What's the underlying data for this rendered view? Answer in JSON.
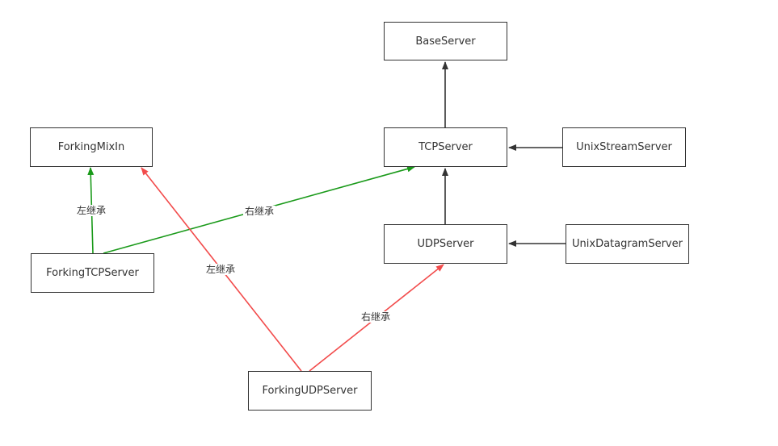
{
  "nodes": {
    "base_server": "BaseServer",
    "tcp_server": "TCPServer",
    "udp_server": "UDPServer",
    "unix_stream_server": "UnixStreamServer",
    "unix_datagram_server": "UnixDatagramServer",
    "forking_mixin": "ForkingMixIn",
    "forking_tcp_server": "ForkingTCPServer",
    "forking_udp_server": "ForkingUDPServer"
  },
  "edge_labels": {
    "tcp_left": "左继承",
    "tcp_right": "右继承",
    "udp_left": "左继承",
    "udp_right": "右继承"
  },
  "colors": {
    "inherit": "#333333",
    "forking_tcp": "#1a9a1a",
    "forking_udp": "#f24b4b"
  }
}
